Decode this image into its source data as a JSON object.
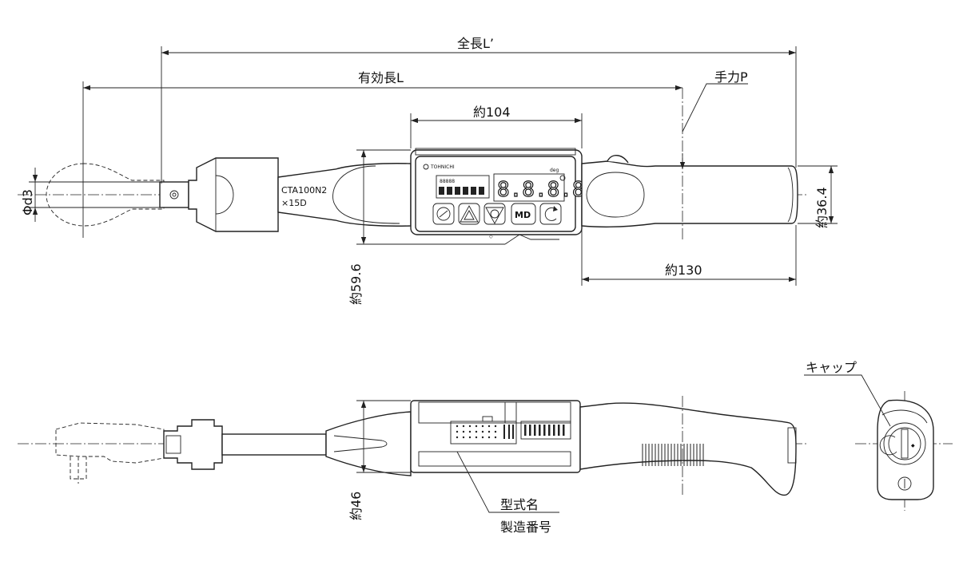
{
  "dimensions": {
    "overall_length": "全長L’",
    "effective_length": "有効長L",
    "hand_force": "手力P",
    "display_width": "約104",
    "grip_length": "約130",
    "height_front": "約59.6",
    "grip_height": "約36.4",
    "drive_diameter": "Φd3",
    "height_side": "約46"
  },
  "labels": {
    "model_line1": "CTA100N2",
    "model_line2": "×15D",
    "cap": "キャップ",
    "model_name": "型式名",
    "serial_number": "製造番号",
    "brand": "TOHNICHI",
    "unit": "deg",
    "display_digits": "8.8.8.8.",
    "sub_display": "88888",
    "md_button": "MD"
  }
}
